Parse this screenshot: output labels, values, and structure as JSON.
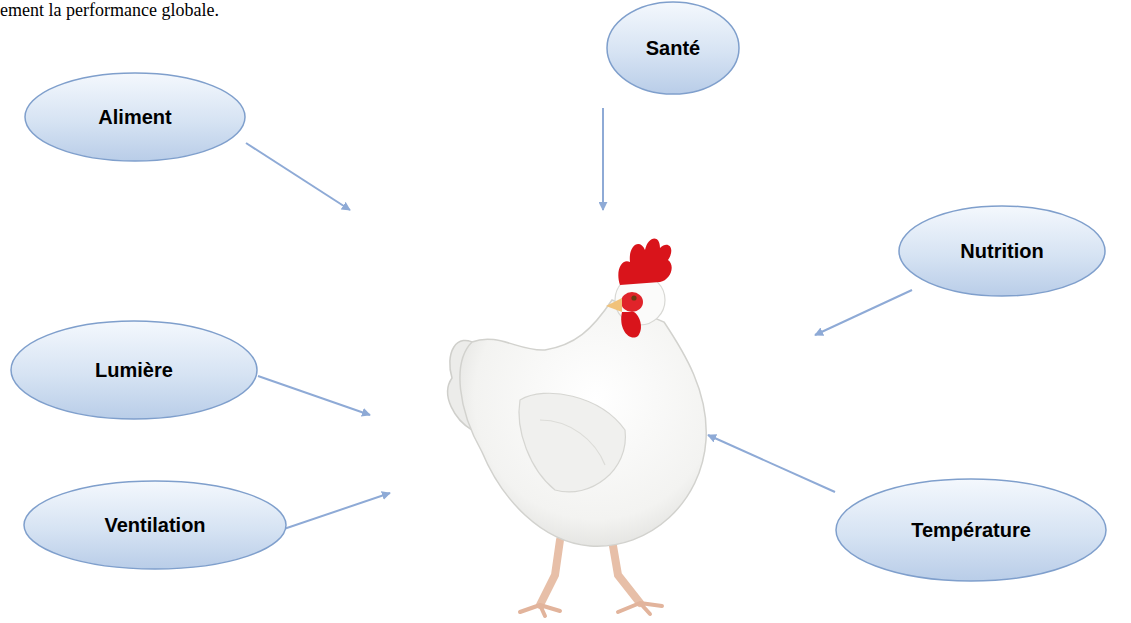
{
  "diagram": {
    "nodes": [
      {
        "text": [
          "Santé"
        ]
      },
      {
        "text": [
          "Aliment"
        ]
      },
      {
        "text": [
          "Nutrition"
        ]
      },
      {
        "text": [
          "Lumière"
        ]
      },
      {
        "text": [
          "Ventilation"
        ]
      },
      {
        "text": [
          "Température"
        ]
      }
    ],
    "labels": [
      "ement la performance globale."
    ]
  }
}
